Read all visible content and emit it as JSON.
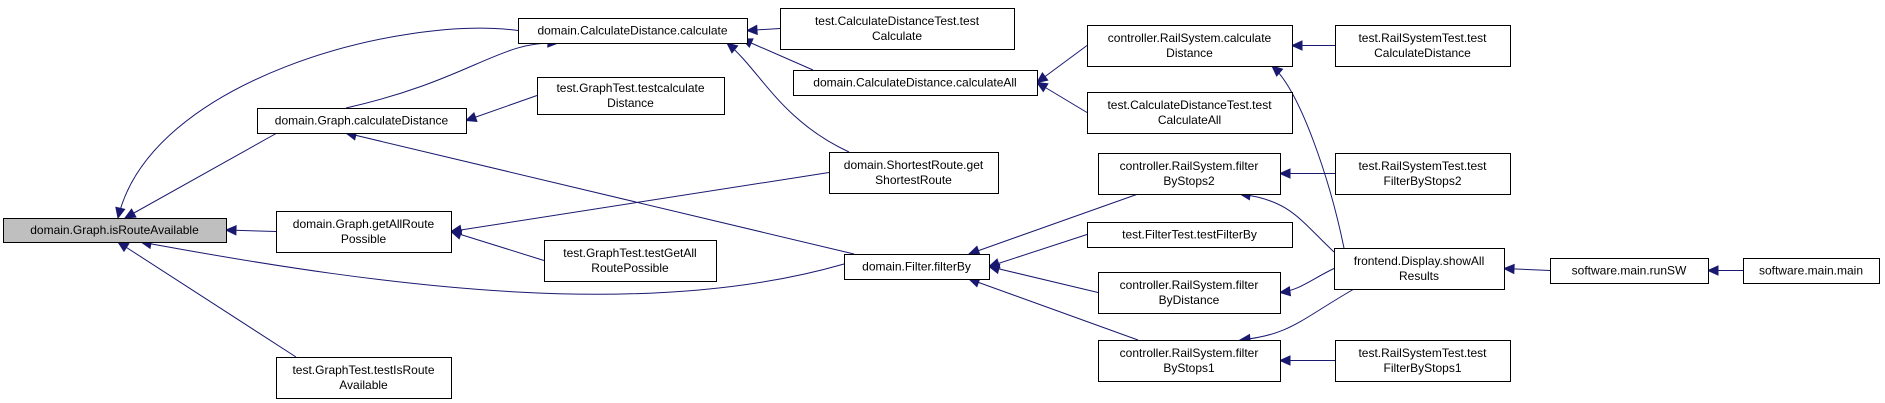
{
  "colors": {
    "edge": "#191970",
    "root_fill": "#bfbfbf",
    "node_fill": "#ffffff",
    "border": "#000000"
  },
  "nodes": [
    {
      "id": "root",
      "lines": [
        "domain.Graph.isRouteAvailable"
      ],
      "root": true
    },
    {
      "id": "cd_calc",
      "lines": [
        "domain.CalculateDistance.calculate"
      ]
    },
    {
      "id": "graph_cd",
      "lines": [
        "domain.Graph.calculateDistance"
      ]
    },
    {
      "id": "graph_gar",
      "lines": [
        "domain.Graph.getAllRoute",
        "Possible"
      ]
    },
    {
      "id": "gt_isroute",
      "lines": [
        "test.GraphTest.testIsRoute",
        "Available"
      ]
    },
    {
      "id": "cdt_calc",
      "lines": [
        "test.CalculateDistanceTest.test",
        "Calculate"
      ]
    },
    {
      "id": "cd_calcall",
      "lines": [
        "domain.CalculateDistance.calculateAll"
      ]
    },
    {
      "id": "gt_calcdist",
      "lines": [
        "test.GraphTest.testcalculate",
        "Distance"
      ]
    },
    {
      "id": "sr_get",
      "lines": [
        "domain.ShortestRoute.get",
        "ShortestRoute"
      ]
    },
    {
      "id": "gt_getall",
      "lines": [
        "test.GraphTest.testGetAll",
        "RoutePossible"
      ]
    },
    {
      "id": "filter_by",
      "lines": [
        "domain.Filter.filterBy"
      ]
    },
    {
      "id": "rs_calcdist",
      "lines": [
        "controller.RailSystem.calculate",
        "Distance"
      ]
    },
    {
      "id": "cdt_calcall",
      "lines": [
        "test.CalculateDistanceTest.test",
        "CalculateAll"
      ]
    },
    {
      "id": "rs_fbs2",
      "lines": [
        "controller.RailSystem.filter",
        "ByStops2"
      ]
    },
    {
      "id": "ft_filterby",
      "lines": [
        "test.FilterTest.testFilterBy"
      ]
    },
    {
      "id": "rs_fbd",
      "lines": [
        "controller.RailSystem.filter",
        "ByDistance"
      ]
    },
    {
      "id": "rs_fbs1",
      "lines": [
        "controller.RailSystem.filter",
        "ByStops1"
      ]
    },
    {
      "id": "rst_calcdist",
      "lines": [
        "test.RailSystemTest.test",
        "CalculateDistance"
      ]
    },
    {
      "id": "rst_fbs2",
      "lines": [
        "test.RailSystemTest.test",
        "FilterByStops2"
      ]
    },
    {
      "id": "display",
      "lines": [
        "frontend.Display.showAll",
        "Results"
      ]
    },
    {
      "id": "rst_fbs1",
      "lines": [
        "test.RailSystemTest.test",
        "FilterByStops1"
      ]
    },
    {
      "id": "run_sw",
      "lines": [
        "software.main.runSW"
      ]
    },
    {
      "id": "main_main",
      "lines": [
        "software.main.main"
      ]
    }
  ],
  "edges": [
    {
      "from": "cd_calc",
      "to": "root"
    },
    {
      "from": "graph_cd",
      "to": "root"
    },
    {
      "from": "graph_gar",
      "to": "root"
    },
    {
      "from": "gt_isroute",
      "to": "root"
    },
    {
      "from": "filter_by",
      "to": "root"
    },
    {
      "from": "cdt_calc",
      "to": "cd_calc"
    },
    {
      "from": "cd_calcall",
      "to": "cd_calc"
    },
    {
      "from": "sr_get",
      "to": "cd_calc"
    },
    {
      "from": "graph_cd",
      "to": "cd_calc"
    },
    {
      "from": "gt_calcdist",
      "to": "graph_cd"
    },
    {
      "from": "filter_by",
      "to": "graph_cd"
    },
    {
      "from": "sr_get",
      "to": "graph_gar"
    },
    {
      "from": "gt_getall",
      "to": "graph_gar"
    },
    {
      "from": "rs_calcdist",
      "to": "cd_calcall"
    },
    {
      "from": "cdt_calcall",
      "to": "cd_calcall"
    },
    {
      "from": "rs_fbs2",
      "to": "filter_by"
    },
    {
      "from": "ft_filterby",
      "to": "filter_by"
    },
    {
      "from": "rs_fbd",
      "to": "filter_by"
    },
    {
      "from": "rs_fbs1",
      "to": "filter_by"
    },
    {
      "from": "rst_calcdist",
      "to": "rs_calcdist"
    },
    {
      "from": "display",
      "to": "rs_calcdist"
    },
    {
      "from": "rst_fbs2",
      "to": "rs_fbs2"
    },
    {
      "from": "display",
      "to": "rs_fbs2"
    },
    {
      "from": "display",
      "to": "rs_fbd"
    },
    {
      "from": "rst_fbs1",
      "to": "rs_fbs1"
    },
    {
      "from": "display",
      "to": "rs_fbs1"
    },
    {
      "from": "run_sw",
      "to": "display"
    },
    {
      "from": "main_main",
      "to": "run_sw"
    }
  ]
}
